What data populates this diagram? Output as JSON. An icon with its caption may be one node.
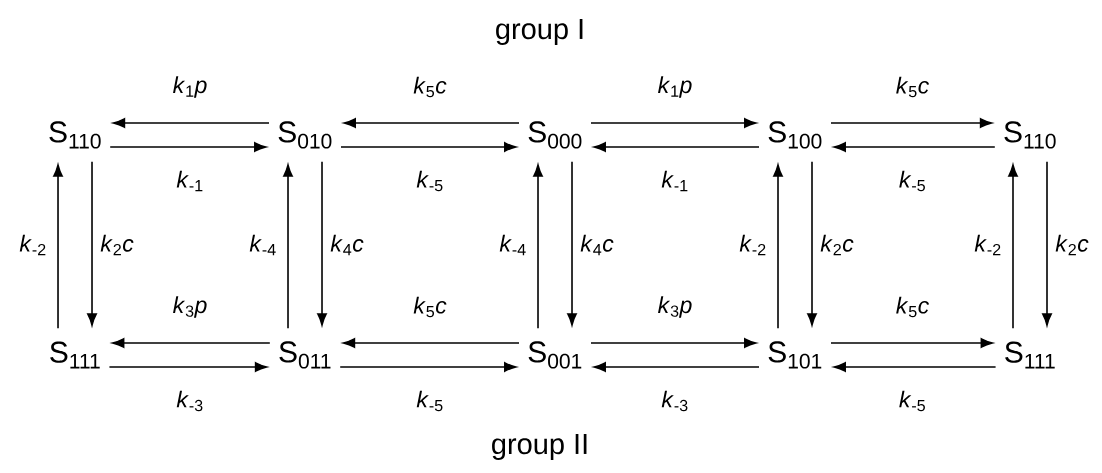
{
  "diagram": {
    "nodes": [
      {
        "text": [
          "S$_{110}$"
        ]
      },
      {
        "text": [
          "S$_{010}$"
        ]
      },
      {
        "text": [
          "S$_{000}$"
        ]
      },
      {
        "text": [
          "S$_{100}$"
        ]
      },
      {
        "text": [
          "S$_{110}$"
        ]
      },
      {
        "text": [
          "S$_{111}$"
        ]
      },
      {
        "text": [
          "S$_{011}$"
        ]
      },
      {
        "text": [
          "S$_{001}$"
        ]
      },
      {
        "text": [
          "S$_{101}$"
        ]
      },
      {
        "text": [
          "S$_{111}$"
        ]
      }
    ],
    "edges": [
      {
        "from": 1,
        "to": 0,
        "arrow": "to",
        "label": "*k*$_{1}$*p*"
      },
      {
        "from": 0,
        "to": 1,
        "arrow": "to",
        "label": "*k*$_{-1}$"
      },
      {
        "from": 2,
        "to": 1,
        "arrow": "to",
        "label": "*k*$_{5}$*c*"
      },
      {
        "from": 1,
        "to": 2,
        "arrow": "to",
        "label": "*k*$_{-5}$"
      },
      {
        "from": 2,
        "to": 3,
        "arrow": "to",
        "label": "*k*$_{1}$*p*"
      },
      {
        "from": 3,
        "to": 2,
        "arrow": "to",
        "label": "*k*$_{-1}$"
      },
      {
        "from": 3,
        "to": 4,
        "arrow": "to",
        "label": "*k*$_{5}$*c*"
      },
      {
        "from": 4,
        "to": 3,
        "arrow": "to",
        "label": "*k*$_{-5}$"
      },
      {
        "from": 5,
        "to": 0,
        "arrow": "to",
        "label": "*k*$_{-2}$"
      },
      {
        "from": 0,
        "to": 5,
        "arrow": "to",
        "label": "*k*$_{2}$*c*"
      },
      {
        "from": 6,
        "to": 1,
        "arrow": "to",
        "label": "*k*$_{-4}$"
      },
      {
        "from": 1,
        "to": 6,
        "arrow": "to",
        "label": "*k*$_{4}$*c*"
      },
      {
        "from": 7,
        "to": 2,
        "arrow": "to",
        "label": "*k*$_{-4}$"
      },
      {
        "from": 2,
        "to": 7,
        "arrow": "to",
        "label": "*k*$_{4}$*c*"
      },
      {
        "from": 8,
        "to": 3,
        "arrow": "to",
        "label": "*k*$_{-2}$"
      },
      {
        "from": 3,
        "to": 8,
        "arrow": "to",
        "label": "*k*$_{2}$*c*"
      },
      {
        "from": 9,
        "to": 4,
        "arrow": "to",
        "label": "*k*$_{-2}$"
      },
      {
        "from": 4,
        "to": 9,
        "arrow": "to",
        "label": "*k*$_{2}$*c*"
      },
      {
        "from": 6,
        "to": 5,
        "arrow": "to",
        "label": "*k*$_{3}$*p*"
      },
      {
        "from": 5,
        "to": 6,
        "arrow": "to",
        "label": "*k*$_{-3}$"
      },
      {
        "from": 7,
        "to": 6,
        "arrow": "to",
        "label": "*k*$_{5}$*c*"
      },
      {
        "from": 6,
        "to": 7,
        "arrow": "to",
        "label": "*k*$_{-5}$"
      },
      {
        "from": 7,
        "to": 8,
        "arrow": "to",
        "label": "*k*$_{3}$*p*"
      },
      {
        "from": 8,
        "to": 7,
        "arrow": "to",
        "label": "*k*$_{-3}$"
      },
      {
        "from": 8,
        "to": 9,
        "arrow": "to",
        "label": "*k*$_{5}$*c*"
      },
      {
        "from": 9,
        "to": 8,
        "arrow": "to",
        "label": "*k*$_{-5}$"
      }
    ],
    "labels": [
      "group I",
      "group II"
    ]
  }
}
